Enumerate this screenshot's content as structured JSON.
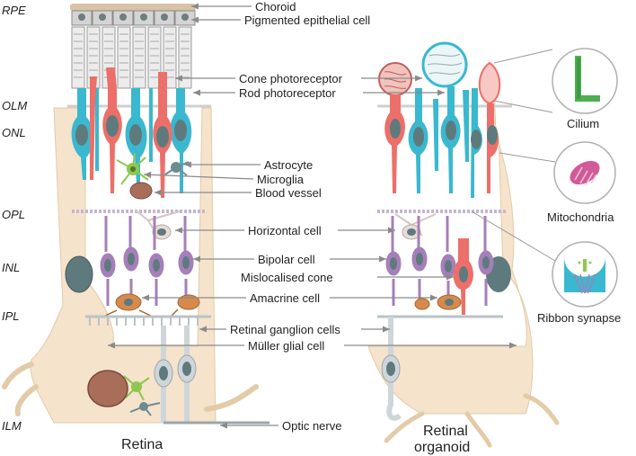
{
  "layers": {
    "rpe": "RPE",
    "olm": "OLM",
    "onl": "ONL",
    "opl": "OPL",
    "inl": "INL",
    "ipl": "IPL",
    "ilm": "ILM"
  },
  "labels": {
    "choroid": "Choroid",
    "pigmented": "Pigmented epithelial cell",
    "cone": "Cone photoreceptor",
    "rod": "Rod photoreceptor",
    "astrocyte": "Astrocyte",
    "microglia": "Microglia",
    "blood_vessel": "Blood vessel",
    "horizontal": "Horizontal cell",
    "bipolar": "Bipolar cell",
    "mislocalised": "Mislocalised cone",
    "amacrine": "Amacrine cell",
    "rgc": "Retinal ganglion cells",
    "muller": "Müller glial cell",
    "optic_nerve": "Optic nerve"
  },
  "insets": {
    "cilium": "Cilium",
    "mitochondria": "Mitochondria",
    "ribbon": "Ribbon synapse"
  },
  "panels": {
    "retina": "Retina",
    "organoid_line1": "Retinal",
    "organoid_line2": "organoid"
  },
  "colors": {
    "cone": "#ec6f6a",
    "rod": "#3ab8cf",
    "bipolar": "#a57fba",
    "muller": "#f5e3cc",
    "nucleus": "#5e7a7d",
    "amacrine": "#d68a4c",
    "rgc": "#cfd6da",
    "blood_vessel": "#a86e5a",
    "microglia": "#8ec74f",
    "pigment": "#dcdcdc"
  }
}
